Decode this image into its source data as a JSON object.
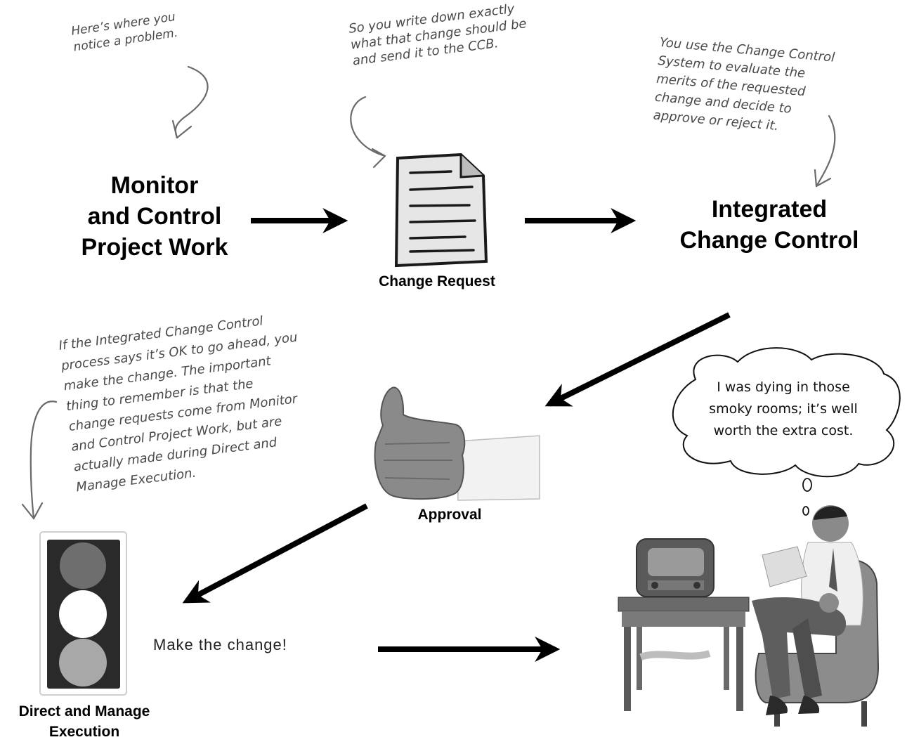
{
  "notes": {
    "monitor": "Here’s where you\nnotice a problem.",
    "request": "So you write down exactly\nwhat that change should be\nand send it to the CCB.",
    "evaluate": "You use the Change Control\nSystem to evaluate the\nmerits of the requested\nchange and decide to\napprove or reject it.",
    "direct": "If the Integrated Change Control\nprocess says it’s OK to go ahead, you\nmake the change. The important\nthing to remember is that the\nchange requests come from Monitor\nand Control Project Work, but are\nactually made during Direct and\nManage Execution."
  },
  "processes": {
    "monitor": "Monitor\nand Control\nProject Work",
    "integrated": "Integrated\nChange Control"
  },
  "captions": {
    "change_request": "Change Request",
    "approval": "Approval",
    "direct_execution": "Direct and Manage\nExecution"
  },
  "make_change": "Make the change!",
  "thought_bubble": "I was dying in those\nsmoky rooms; it’s well\nworth the extra cost.",
  "colors": {
    "arrow": "#000000",
    "handwriting": "#4a4a4a",
    "light_red": "#6e6e6e",
    "light_yellow": "#ffffff",
    "light_green": "#a8a8a8"
  },
  "icons": [
    "document-icon",
    "thumbs-up-icon",
    "traffic-light-icon",
    "man-with-radio-illustration"
  ]
}
